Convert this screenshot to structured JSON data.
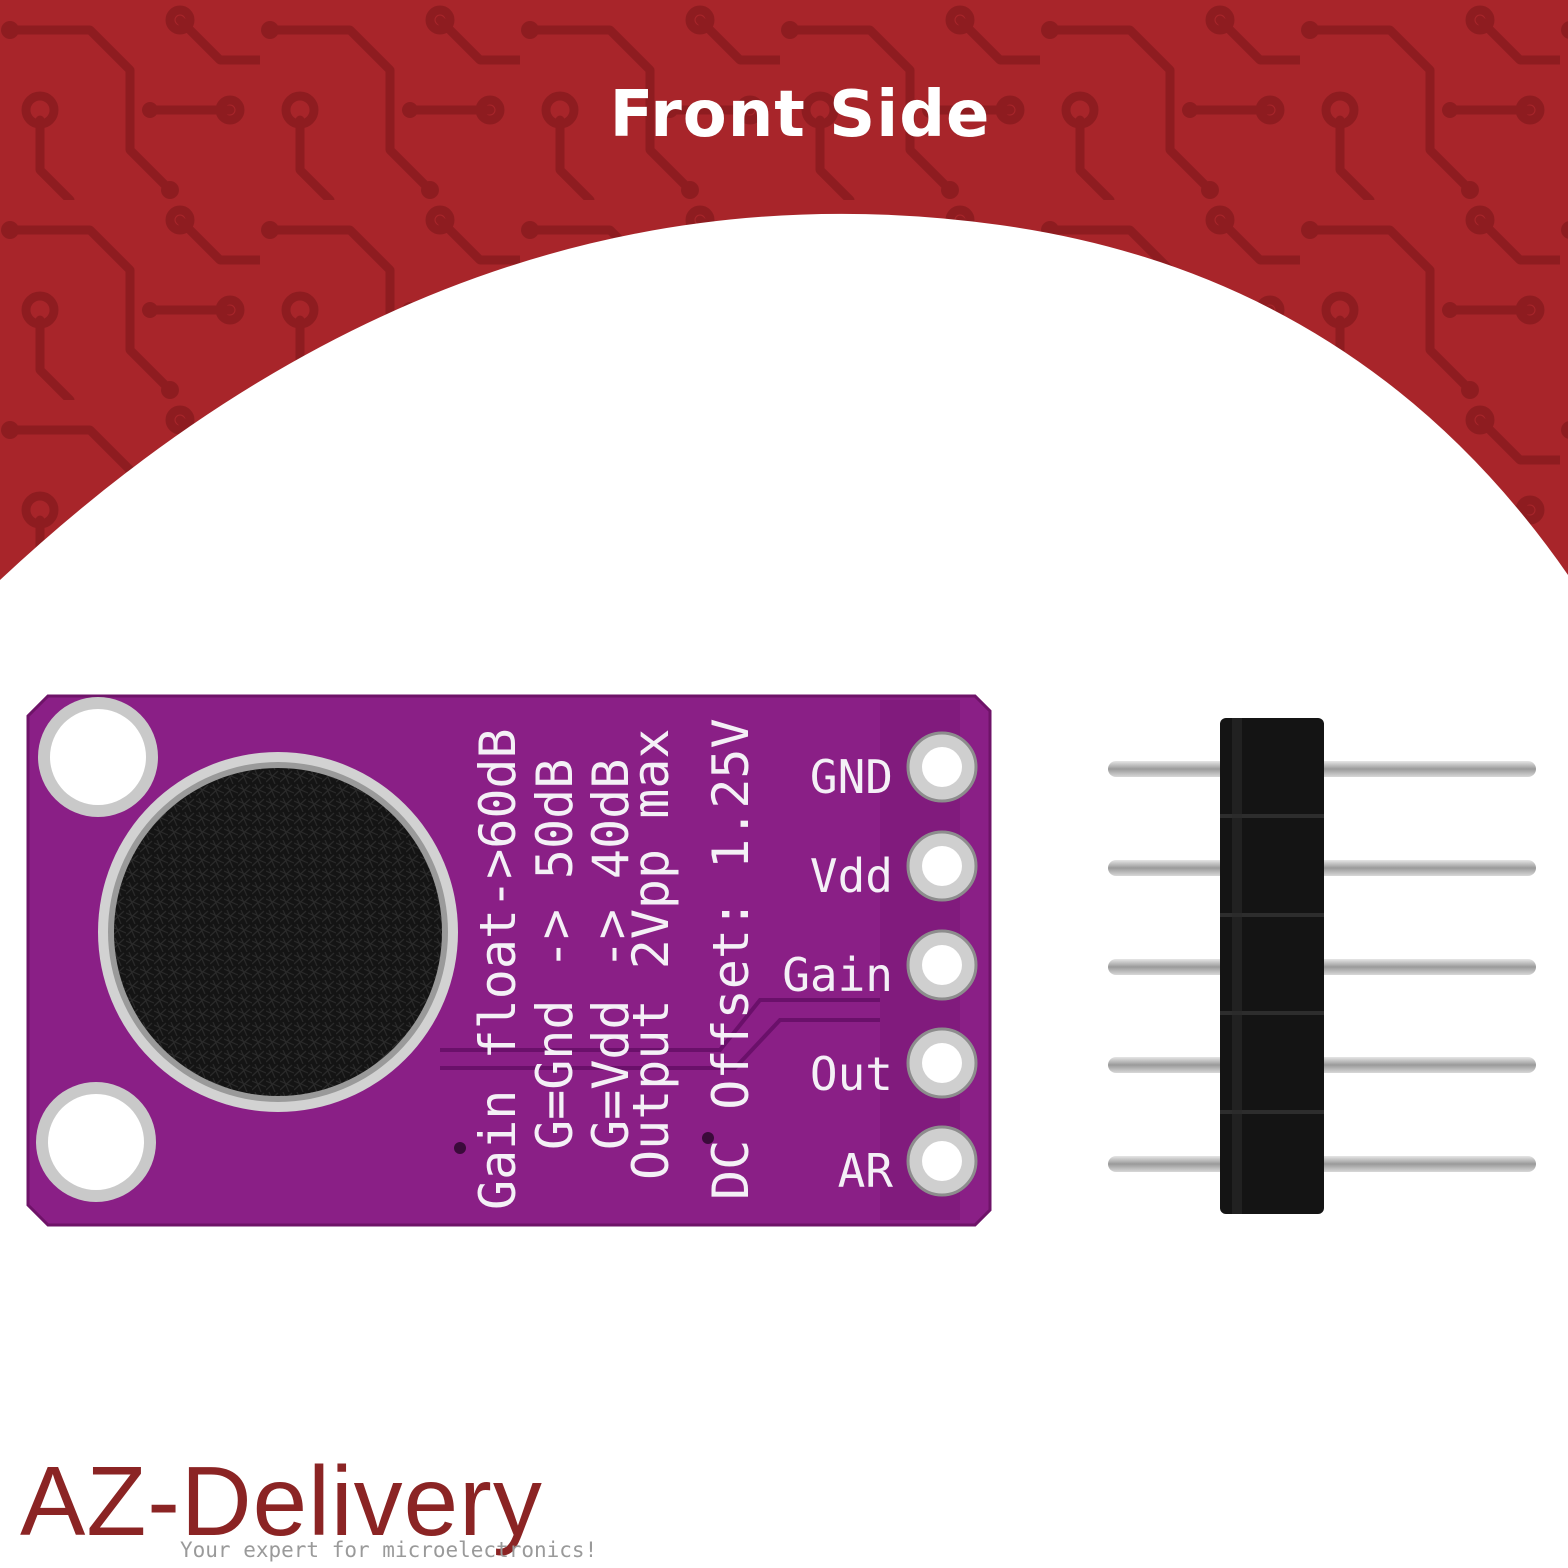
{
  "banner": {
    "title": "Front Side",
    "color": "#a8252a"
  },
  "board": {
    "color": "#8a1f86",
    "silkscreen_lines": [
      "Gain float->60dB",
      "G=Gnd -> 50dB",
      "G=Vdd -> 40dB",
      "Output 2Vpp max",
      "DC Offset: 1.25V"
    ],
    "pins": [
      "GND",
      "Vdd",
      "Gain",
      "Out",
      "AR"
    ]
  },
  "header": {
    "pin_count": 5
  },
  "logo": {
    "text": "AZ-Delivery",
    "tagline": "Your expert for microelectronics!",
    "color": "#8b2424"
  }
}
